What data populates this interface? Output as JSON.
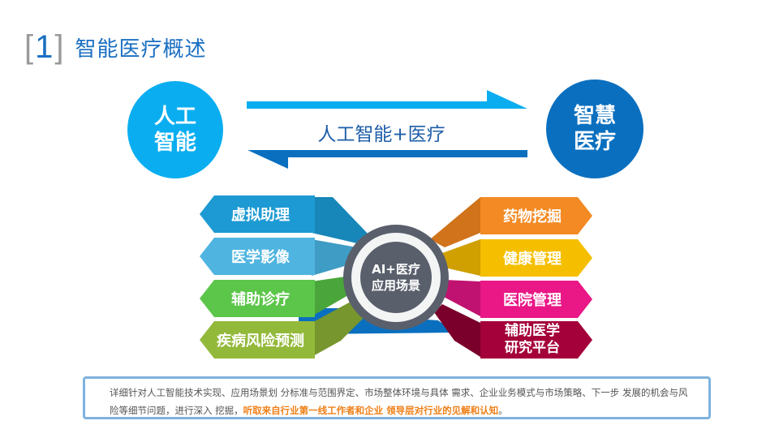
{
  "header": {
    "bracket_left": "[",
    "number": "1",
    "bracket_right": "]",
    "title": "智能医疗概述"
  },
  "top_diagram": {
    "left_circle": {
      "line1": "人工",
      "line2": "智能",
      "color": "#0aaef0"
    },
    "right_circle": {
      "line1": "智慧",
      "line2": "医疗",
      "color": "#0a6fbf"
    },
    "center_label": "人工智能+医疗",
    "arrow_right_color": "#0aaef0",
    "arrow_left_color": "#0a6fbf"
  },
  "hub": {
    "line1": "AI+医疗",
    "line2": "应用场景",
    "color": "#5a5f6c"
  },
  "left_tabs": [
    {
      "label": "虚拟助理",
      "color": "#1d9ad3",
      "shade": "#1786b8"
    },
    {
      "label": "医学影像",
      "color": "#4fb4e0",
      "shade": "#3f9cc4"
    },
    {
      "label": "辅助诊疗",
      "color": "#5cc64a",
      "shade": "#4aa63a"
    },
    {
      "label": "疾病风险预测",
      "color": "#93b93a",
      "shade": "#77962d"
    }
  ],
  "right_tabs": [
    {
      "label": "药物挖掘",
      "color": "#f38a24",
      "shade": "#d0731a"
    },
    {
      "label": "健康管理",
      "color": "#f5bf00",
      "shade": "#d09f00"
    },
    {
      "label": "医院管理",
      "color": "#ea1786",
      "shade": "#c01270"
    },
    {
      "label_line1": "辅助医学",
      "label_line2": "研究平台",
      "color": "#a4003a",
      "shade": "#7a002b"
    }
  ],
  "description": {
    "normal_text": "详细针对人工智能技术实现、应用场景划 分标准与范围界定、市场整体环境与具体 需求、企业业务模式与市场策略、下一步 发展的机会与风险等细节问题，进行深入 挖掘，",
    "highlight_text": "听取来自行业第一线工作者和企业 领导层对行业的见解和认知",
    "end_text": "。",
    "border_color": "#7fb2de",
    "highlight_color": "#ef7f16"
  }
}
